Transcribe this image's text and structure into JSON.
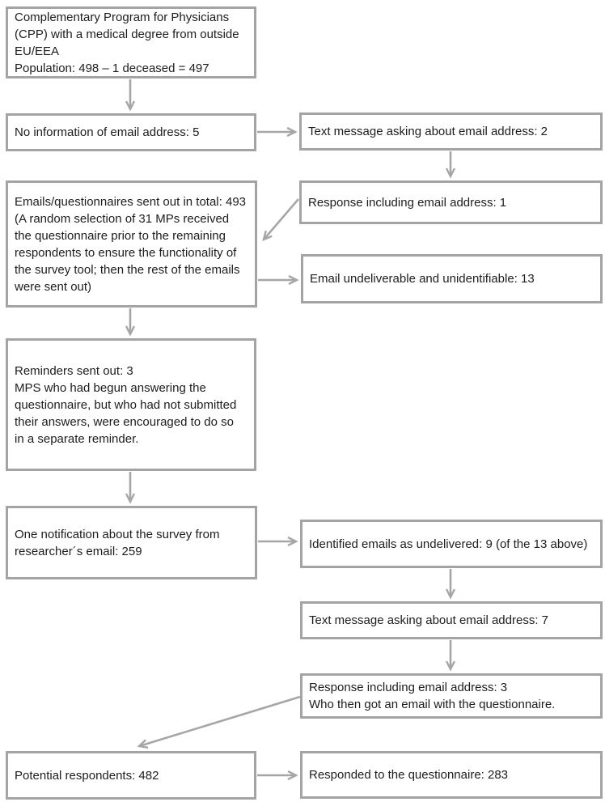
{
  "colors": {
    "border": "#a4a4a4",
    "arrow": "#a6a6a6",
    "text": "#1d1d1d",
    "background": "#ffffff"
  },
  "nodes": {
    "population": {
      "text": "Complementary Program for Physicians (CPP) with a medical degree from outside EU/EEA\nPopulation: 498 – 1 deceased = 497"
    },
    "no_email_info": {
      "text": "No information of email address: 5"
    },
    "text_message_1": {
      "text": "Text message asking about email address: 2"
    },
    "response_email_1": {
      "text": "Response including email address: 1"
    },
    "emails_sent": {
      "text": "Emails/questionnaires sent out in total: 493\n(A random selection of 31 MPs received the questionnaire prior to the remaining respondents to ensure the functionality of the survey tool; then the rest of the emails were sent out)"
    },
    "undeliverable": {
      "text": "Email undeliverable and unidentifiable: 13"
    },
    "reminders": {
      "text": "Reminders sent out: 3\nMPS who had begun answering the questionnaire, but who had not submitted their answers, were encouraged to do so in a separate reminder."
    },
    "notification": {
      "text": "One notification about the survey from researcher´s email: 259"
    },
    "identified_undelivered": {
      "text": "Identified emails as undelivered: 9 (of the 13 above)"
    },
    "text_message_2": {
      "text": "Text message asking about email address: 7"
    },
    "response_email_3": {
      "text": "Response including email address: 3\nWho then got an email with the questionnaire."
    },
    "potential_respondents": {
      "text": "Potential respondents: 482"
    },
    "responded": {
      "text": "Responded to the questionnaire: 283"
    }
  },
  "edges": [
    {
      "from": "population",
      "to": "no_email_info"
    },
    {
      "from": "no_email_info",
      "to": "text_message_1"
    },
    {
      "from": "text_message_1",
      "to": "response_email_1"
    },
    {
      "from": "response_email_1",
      "to": "emails_sent"
    },
    {
      "from": "emails_sent",
      "to": "undeliverable"
    },
    {
      "from": "emails_sent",
      "to": "reminders"
    },
    {
      "from": "reminders",
      "to": "notification"
    },
    {
      "from": "notification",
      "to": "identified_undelivered"
    },
    {
      "from": "identified_undelivered",
      "to": "text_message_2"
    },
    {
      "from": "text_message_2",
      "to": "response_email_3"
    },
    {
      "from": "response_email_3",
      "to": "potential_respondents"
    },
    {
      "from": "potential_respondents",
      "to": "responded"
    }
  ]
}
